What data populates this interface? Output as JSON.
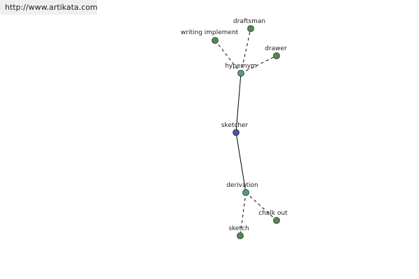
{
  "banner": {
    "url": "http://www.artikata.com"
  },
  "graph": {
    "nodes": [
      {
        "id": "sketcher",
        "label": "sketcher",
        "kind": "center"
      },
      {
        "id": "hypernym",
        "label": "hypernym",
        "kind": "relation"
      },
      {
        "id": "derivation",
        "label": "derivation",
        "kind": "relation"
      },
      {
        "id": "writing-implement",
        "label": "writing implement",
        "kind": "leaf"
      },
      {
        "id": "draftsman",
        "label": "draftsman",
        "kind": "leaf"
      },
      {
        "id": "drawer",
        "label": "drawer",
        "kind": "leaf"
      },
      {
        "id": "chalk-out",
        "label": "chalk out",
        "kind": "leaf"
      },
      {
        "id": "sketch",
        "label": "sketch",
        "kind": "leaf"
      }
    ],
    "edges": [
      {
        "from": "sketcher",
        "to": "hypernym",
        "style": "solid"
      },
      {
        "from": "sketcher",
        "to": "derivation",
        "style": "solid"
      },
      {
        "from": "hypernym",
        "to": "writing-implement",
        "style": "dashed"
      },
      {
        "from": "hypernym",
        "to": "draftsman",
        "style": "dashed"
      },
      {
        "from": "hypernym",
        "to": "drawer",
        "style": "dashed"
      },
      {
        "from": "derivation",
        "to": "chalk-out",
        "style": "dashed"
      },
      {
        "from": "derivation",
        "to": "sketch",
        "style": "dashed"
      }
    ],
    "colors": {
      "center": "#4a55a2",
      "relation": "#4e9a8c",
      "leaf": "#4f8a4f",
      "edge": "#000000",
      "outline": "#333333"
    }
  }
}
